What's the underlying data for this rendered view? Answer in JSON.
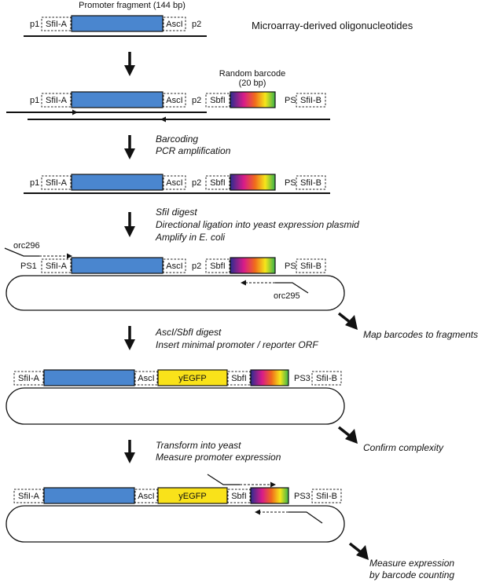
{
  "title_promoter": "Promoter fragment (144 bp)",
  "title_oligos": "Microarray-derived oligonucleotides",
  "title_barcode_1": "Random barcode",
  "title_barcode_2": "(20 bp)",
  "labels": {
    "p1": "p1",
    "p2": "p2",
    "PS1": "PS1",
    "PS3": "PS3",
    "SfiIA": "SfiI-A",
    "SfiIB": "SfiI-B",
    "AscI": "AscI",
    "SbfI": "SbfI",
    "yEGFP": "yEGFP",
    "orc296": "orc296",
    "orc295": "orc295"
  },
  "steps": {
    "s1a": "Barcoding",
    "s1b": "PCR amplification",
    "s2a": "SfiI digest",
    "s2b": "Directional ligation into yeast expression plasmid",
    "s2c": "Amplify in E. coli",
    "s3a": "AscI/SbfI digest",
    "s3b": "Insert minimal promoter / reporter ORF",
    "s4a": "Transform into yeast",
    "s4b": "Measure promoter expression"
  },
  "side_notes": {
    "map": "Map barcodes to fragments",
    "confirm": "Confirm complexity",
    "measure1": "Measure expression",
    "measure2": "by barcode counting"
  },
  "colors": {
    "fragment": "#4a86cf",
    "reporter": "#f9e21a",
    "barcode_gradient": [
      "#2b2d8f",
      "#d81b8a",
      "#f06a1c",
      "#f5e61a",
      "#3bb34a"
    ]
  }
}
